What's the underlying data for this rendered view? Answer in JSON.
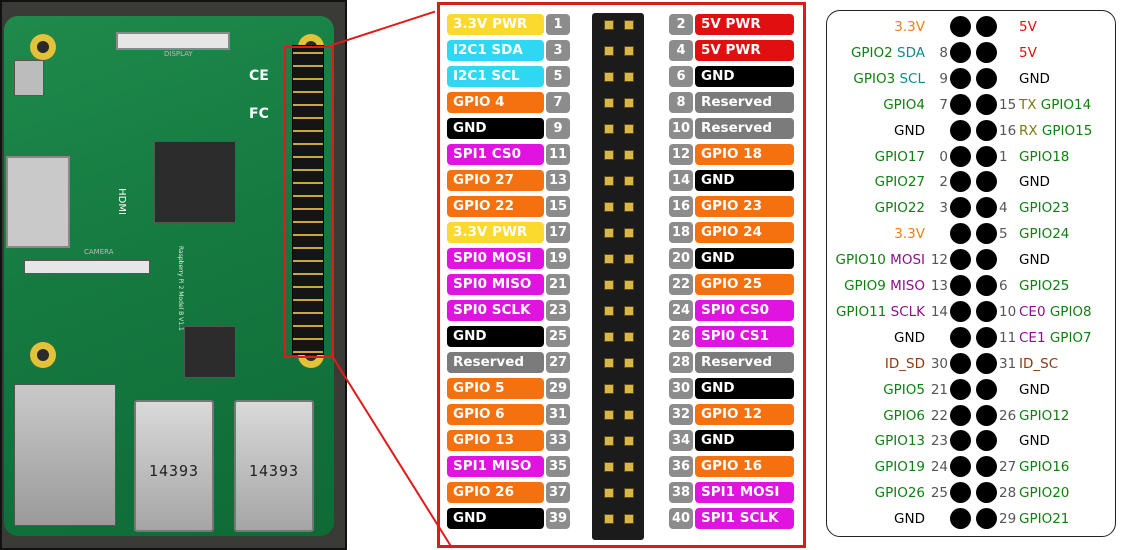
{
  "photo": {
    "usb_marking": "14393",
    "hdmi_label": "HDMI",
    "display_label": "DISPLAY",
    "camera_label": "CAMERA",
    "ce_mark": "CE",
    "fc_mark": "FC",
    "board_text": "Raspberry Pi 2 Model B V1.1"
  },
  "colors": {
    "power33": "#fbd92e",
    "power5": "#e10f0f",
    "i2c": "#2ed8f2",
    "gpio": "#f5700e",
    "gnd": "#000000",
    "spi": "#e113e1",
    "reserved": "#7b7b7b",
    "frame_red": "#d71c1c",
    "sch_orange": "#e8801a",
    "sch_red": "#e01010",
    "sch_green": "#108010",
    "sch_teal": "#108a8a",
    "sch_olive": "#7a7a10",
    "sch_purple": "#8a108a",
    "sch_brown": "#8a3a10",
    "sch_black": "#000000"
  },
  "pins": [
    {
      "n": "1",
      "label": "3.3V PWR",
      "type": "power33"
    },
    {
      "n": "2",
      "label": "5V PWR",
      "type": "power5"
    },
    {
      "n": "3",
      "label": "I2C1 SDA",
      "type": "i2c"
    },
    {
      "n": "4",
      "label": "5V PWR",
      "type": "power5"
    },
    {
      "n": "5",
      "label": "I2C1 SCL",
      "type": "i2c"
    },
    {
      "n": "6",
      "label": "GND",
      "type": "gnd"
    },
    {
      "n": "7",
      "label": "GPIO 4",
      "type": "gpio"
    },
    {
      "n": "8",
      "label": "Reserved",
      "type": "reserved"
    },
    {
      "n": "9",
      "label": "GND",
      "type": "gnd"
    },
    {
      "n": "10",
      "label": "Reserved",
      "type": "reserved"
    },
    {
      "n": "11",
      "label": "SPI1 CS0",
      "type": "spi"
    },
    {
      "n": "12",
      "label": "GPIO 18",
      "type": "gpio"
    },
    {
      "n": "13",
      "label": "GPIO 27",
      "type": "gpio"
    },
    {
      "n": "14",
      "label": "GND",
      "type": "gnd"
    },
    {
      "n": "15",
      "label": "GPIO 22",
      "type": "gpio"
    },
    {
      "n": "16",
      "label": "GPIO 23",
      "type": "gpio"
    },
    {
      "n": "17",
      "label": "3.3V PWR",
      "type": "power33"
    },
    {
      "n": "18",
      "label": "GPIO 24",
      "type": "gpio"
    },
    {
      "n": "19",
      "label": "SPI0 MOSI",
      "type": "spi"
    },
    {
      "n": "20",
      "label": "GND",
      "type": "gnd"
    },
    {
      "n": "21",
      "label": "SPI0 MISO",
      "type": "spi"
    },
    {
      "n": "22",
      "label": "GPIO 25",
      "type": "gpio"
    },
    {
      "n": "23",
      "label": "SPI0 SCLK",
      "type": "spi"
    },
    {
      "n": "24",
      "label": "SPI0 CS0",
      "type": "spi"
    },
    {
      "n": "25",
      "label": "GND",
      "type": "gnd"
    },
    {
      "n": "26",
      "label": "SPI0 CS1",
      "type": "spi"
    },
    {
      "n": "27",
      "label": "Reserved",
      "type": "reserved"
    },
    {
      "n": "28",
      "label": "Reserved",
      "type": "reserved"
    },
    {
      "n": "29",
      "label": "GPIO 5",
      "type": "gpio"
    },
    {
      "n": "30",
      "label": "GND",
      "type": "gnd"
    },
    {
      "n": "31",
      "label": "GPIO 6",
      "type": "gpio"
    },
    {
      "n": "32",
      "label": "GPIO 12",
      "type": "gpio"
    },
    {
      "n": "33",
      "label": "GPIO 13",
      "type": "gpio"
    },
    {
      "n": "34",
      "label": "GND",
      "type": "gnd"
    },
    {
      "n": "35",
      "label": "SPI1 MISO",
      "type": "spi"
    },
    {
      "n": "36",
      "label": "GPIO 16",
      "type": "gpio"
    },
    {
      "n": "37",
      "label": "GPIO 26",
      "type": "gpio"
    },
    {
      "n": "38",
      "label": "SPI1 MOSI",
      "type": "spi"
    },
    {
      "n": "39",
      "label": "GND",
      "type": "gnd"
    },
    {
      "n": "40",
      "label": "SPI1 SCLK",
      "type": "spi"
    }
  ],
  "schematic": [
    {
      "left": [
        {
          "t": "3.3V",
          "c": "sch_orange"
        }
      ],
      "lnum": "",
      "rnum": "",
      "right": [
        {
          "t": "5V",
          "c": "sch_red"
        }
      ]
    },
    {
      "left": [
        {
          "t": "GPIO2 ",
          "c": "sch_green"
        },
        {
          "t": "SDA",
          "c": "sch_teal"
        }
      ],
      "lnum": "8",
      "rnum": "",
      "right": [
        {
          "t": "5V",
          "c": "sch_red"
        }
      ]
    },
    {
      "left": [
        {
          "t": "GPIO3 ",
          "c": "sch_green"
        },
        {
          "t": "SCL",
          "c": "sch_teal"
        }
      ],
      "lnum": "9",
      "rnum": "",
      "right": [
        {
          "t": "GND",
          "c": "sch_black"
        }
      ]
    },
    {
      "left": [
        {
          "t": "GPIO4",
          "c": "sch_green"
        }
      ],
      "lnum": "7",
      "rnum": "15",
      "right": [
        {
          "t": "TX ",
          "c": "sch_olive"
        },
        {
          "t": "GPIO14",
          "c": "sch_green"
        }
      ]
    },
    {
      "left": [
        {
          "t": "GND",
          "c": "sch_black"
        }
      ],
      "lnum": "",
      "rnum": "16",
      "right": [
        {
          "t": "RX ",
          "c": "sch_olive"
        },
        {
          "t": "GPIO15",
          "c": "sch_green"
        }
      ]
    },
    {
      "left": [
        {
          "t": "GPIO17",
          "c": "sch_green"
        }
      ],
      "lnum": "0",
      "rnum": "1",
      "right": [
        {
          "t": "GPIO18",
          "c": "sch_green"
        }
      ]
    },
    {
      "left": [
        {
          "t": "GPIO27",
          "c": "sch_green"
        }
      ],
      "lnum": "2",
      "rnum": "",
      "right": [
        {
          "t": "GND",
          "c": "sch_black"
        }
      ]
    },
    {
      "left": [
        {
          "t": "GPIO22",
          "c": "sch_green"
        }
      ],
      "lnum": "3",
      "rnum": "4",
      "right": [
        {
          "t": "GPIO23",
          "c": "sch_green"
        }
      ]
    },
    {
      "left": [
        {
          "t": "3.3V",
          "c": "sch_orange"
        }
      ],
      "lnum": "",
      "rnum": "5",
      "right": [
        {
          "t": "GPIO24",
          "c": "sch_green"
        }
      ]
    },
    {
      "left": [
        {
          "t": "GPIO10 ",
          "c": "sch_green"
        },
        {
          "t": "MOSI",
          "c": "sch_purple"
        }
      ],
      "lnum": "12",
      "rnum": "",
      "right": [
        {
          "t": "GND",
          "c": "sch_black"
        }
      ]
    },
    {
      "left": [
        {
          "t": "GPIO9 ",
          "c": "sch_green"
        },
        {
          "t": "MISO",
          "c": "sch_purple"
        }
      ],
      "lnum": "13",
      "rnum": "6",
      "right": [
        {
          "t": "GPIO25",
          "c": "sch_green"
        }
      ]
    },
    {
      "left": [
        {
          "t": "GPIO11 ",
          "c": "sch_green"
        },
        {
          "t": "SCLK",
          "c": "sch_purple"
        }
      ],
      "lnum": "14",
      "rnum": "10",
      "right": [
        {
          "t": "CE0 ",
          "c": "sch_purple"
        },
        {
          "t": "GPIO8",
          "c": "sch_green"
        }
      ]
    },
    {
      "left": [
        {
          "t": "GND",
          "c": "sch_black"
        }
      ],
      "lnum": "",
      "rnum": "11",
      "right": [
        {
          "t": "CE1 ",
          "c": "sch_purple"
        },
        {
          "t": "GPIO7",
          "c": "sch_green"
        }
      ]
    },
    {
      "left": [
        {
          "t": "ID_SD",
          "c": "sch_brown"
        }
      ],
      "lnum": "30",
      "rnum": "31",
      "right": [
        {
          "t": "ID_SC",
          "c": "sch_brown"
        }
      ]
    },
    {
      "left": [
        {
          "t": "GPIO5",
          "c": "sch_green"
        }
      ],
      "lnum": "21",
      "rnum": "",
      "right": [
        {
          "t": "GND",
          "c": "sch_black"
        }
      ]
    },
    {
      "left": [
        {
          "t": "GPIO6",
          "c": "sch_green"
        }
      ],
      "lnum": "22",
      "rnum": "26",
      "right": [
        {
          "t": "GPIO12",
          "c": "sch_green"
        }
      ]
    },
    {
      "left": [
        {
          "t": "GPIO13",
          "c": "sch_green"
        }
      ],
      "lnum": "23",
      "rnum": "",
      "right": [
        {
          "t": "GND",
          "c": "sch_black"
        }
      ]
    },
    {
      "left": [
        {
          "t": "GPIO19",
          "c": "sch_green"
        }
      ],
      "lnum": "24",
      "rnum": "27",
      "right": [
        {
          "t": "GPIO16",
          "c": "sch_green"
        }
      ]
    },
    {
      "left": [
        {
          "t": "GPIO26",
          "c": "sch_green"
        }
      ],
      "lnum": "25",
      "rnum": "28",
      "right": [
        {
          "t": "GPIO20",
          "c": "sch_green"
        }
      ]
    },
    {
      "left": [
        {
          "t": "GND",
          "c": "sch_black"
        }
      ],
      "lnum": "",
      "rnum": "29",
      "right": [
        {
          "t": "GPIO21",
          "c": "sch_green"
        }
      ]
    }
  ]
}
